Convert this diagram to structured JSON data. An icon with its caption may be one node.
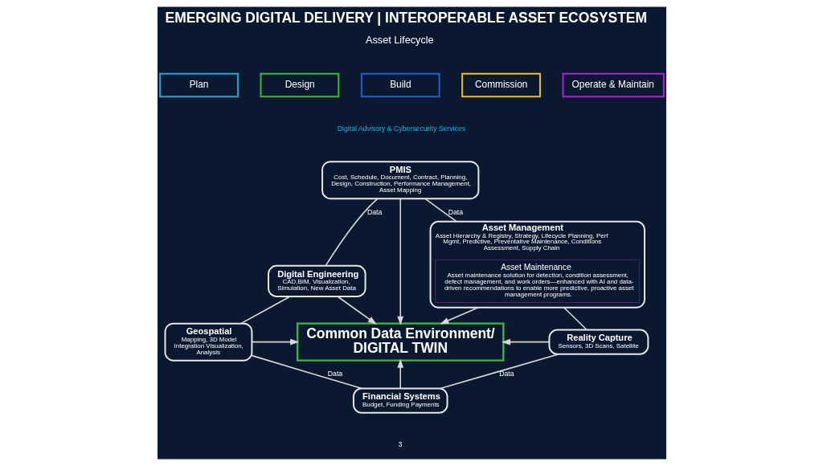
{
  "diagram": {
    "title": "EMERGING DIGITAL DELIVERY | INTEROPERABLE ASSET ECOSYSTEM",
    "nodes": [
      {
        "text": [
          "Plan"
        ]
      },
      {
        "text": [
          "Design"
        ]
      },
      {
        "text": [
          "Build"
        ]
      },
      {
        "text": [
          "Commission"
        ]
      },
      {
        "text": [
          "Operate & Maintain"
        ]
      },
      {
        "text": [
          "PMIS",
          "Cost, Schedule, Document, Contract, Planning, Design, Construction, Performance Management, Asset Mapping"
        ]
      },
      {
        "text": [
          "Digital Engineering",
          "CAD,BIM, Visualization, Simulation, New Asset Data"
        ]
      },
      {
        "text": [
          "Asset Management",
          "Asset Hierarchy & Registry, Strategy, Lifecycle Planning, Perf Mgmt, Predictive, Preventative Maintenance, Conditions Assessment, Supply Chain"
        ]
      },
      {
        "text": [
          "Asset Maintenance",
          "Asset maintenance solution for detection, condition assessment, defect management, and work orders—enhanced with AI and data-driven recommendations to enable more predictive, proactive asset management programs."
        ],
        "in": 7
      },
      {
        "text": [
          "Common Data Environment/ DIGITAL TWIN"
        ]
      },
      {
        "text": [
          "Geospatial",
          "Mapping, 3D Model Integration Visualization, Analysis"
        ]
      },
      {
        "text": [
          "Reality Capture",
          "Sensors, 3D Scans, Satellite"
        ]
      },
      {
        "text": [
          "Financial Systems",
          "Budget, Funding Payments"
        ]
      }
    ],
    "edges": [
      {
        "from": 5,
        "to": 9,
        "arrow": "to"
      },
      {
        "from": 6,
        "to": 9,
        "arrow": "to"
      },
      {
        "from": 7,
        "to": 9,
        "arrow": "to"
      },
      {
        "from": 10,
        "to": 9,
        "arrow": "to"
      },
      {
        "from": 11,
        "to": 9,
        "arrow": "to"
      },
      {
        "from": 12,
        "to": 9,
        "arrow": "to"
      },
      {
        "from": 5,
        "to": 6,
        "arrow": "none",
        "label": "Data"
      },
      {
        "from": 5,
        "to": 7,
        "arrow": "none",
        "label": "Data"
      },
      {
        "from": 6,
        "to": 10,
        "arrow": "none"
      },
      {
        "from": 7,
        "to": 11,
        "arrow": "none"
      },
      {
        "from": 10,
        "to": 12,
        "arrow": "none",
        "label": "Data"
      },
      {
        "from": 11,
        "to": 12,
        "arrow": "none",
        "label": "Data"
      }
    ],
    "labels": [
      "Asset Lifecycle",
      "Digital Advisory & Cybersecurity Services",
      "3"
    ]
  }
}
